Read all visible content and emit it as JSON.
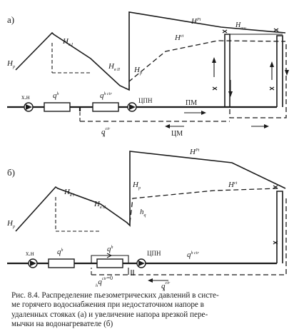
{
  "panel_a": {
    "letter": "а)",
    "hp_left": "H",
    "hp_left_sub": "р",
    "hv1": "H",
    "hv1_sub": "в I",
    "hv2": "H",
    "hv2_sub": "в II",
    "hp_mid": "H",
    "hp_mid_sub": "р",
    "hpt": "H",
    "hpt_sup": "Pt",
    "hct": "H",
    "hct_sup": "ct",
    "hush": "H",
    "hush_sub": "иш",
    "xn": "х.н",
    "qh": "q",
    "qh_sup": "h",
    "qhcir": "q",
    "qhcir_sup": "h cir",
    "cpn": "ЦПН",
    "pm": "ПМ",
    "cm": "ЦМ",
    "qcir": "q",
    "qcir_sub": "h",
    "qcir_sup": "cir"
  },
  "panel_b": {
    "letter": "б)",
    "hp_left": "H",
    "hp_left_sub": "р",
    "hv1": "H",
    "hv1_sub": "в I",
    "hv2": "H",
    "hv2_sub": "в II",
    "hp_mid": "H",
    "hp_mid_sub": "р",
    "hq": "h",
    "hq_sub": "q",
    "hpt": "H",
    "hpt_sup": "Pt",
    "hct": "H",
    "hct_sup": "ct",
    "xn": "х.н",
    "qh1": "q",
    "qh1_sup": "h",
    "qh2": "q",
    "qh2_sup": "h",
    "qhcir": "q",
    "qhcir_sup": "h cir",
    "cpn": "ЦПН",
    "qzero": "q",
    "qzero_sub": "h",
    "qzero_sup": "cir",
    "qzero_eq": "=0",
    "qcir": "q",
    "qcir_sub": "h",
    "qcir_sup": "cir"
  },
  "caption": {
    "line1": "Рис. 8.4. Распределение пьезометрических давлений в систе-",
    "line2": "ме    горячего водоснабжения при недостаточном   напоре в",
    "line3": "удаленных стояках (а) и увеличение напора врезкой пере-",
    "line4": "мычки на водонагревателе (б)"
  }
}
